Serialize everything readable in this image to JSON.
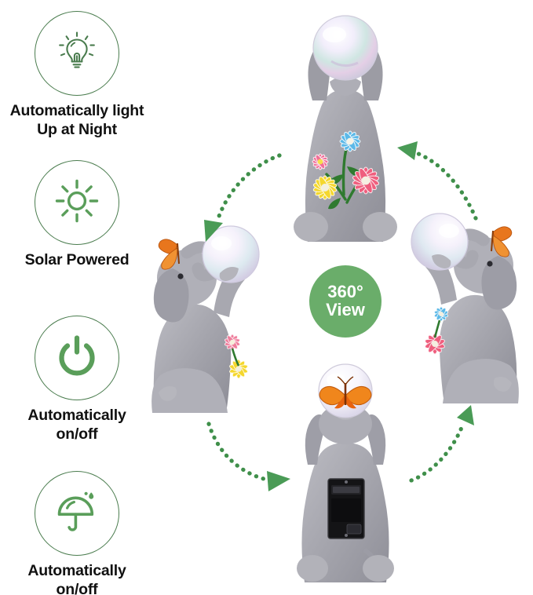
{
  "page": {
    "background_color": "#ffffff",
    "accent_green": "#6aad6a",
    "outline_green": "#4a7c4e",
    "icon_green": "#5a9e5a",
    "text_color": "#111111"
  },
  "features": [
    {
      "icon": "light-bulb-icon",
      "label": "Automatically light\nUp at Night"
    },
    {
      "icon": "sun-icon",
      "label": "Solar Powered"
    },
    {
      "icon": "power-icon",
      "label": "Automatically\non/off"
    },
    {
      "icon": "umbrella-rain-icon",
      "label": "Automatically\non/off"
    }
  ],
  "badge": {
    "line1": "360°",
    "line2": "View",
    "background_color": "#6aad6a",
    "text_color": "#ffffff"
  },
  "product_views": [
    {
      "name": "front-view",
      "description": "Grey elephant statue sitting, holding iridescent solar glass ball overhead, colorful daisies on chest",
      "flowers": [
        "#5bb9e8",
        "#f0709a",
        "#f4d72e",
        "#ef5f7e"
      ],
      "ball_color": "#ded9ef",
      "stone_color": "#a6a6ad"
    },
    {
      "name": "left-side-view",
      "description": "Elephant in profile facing left with orange butterfly on trunk, holding glass ball",
      "butterfly_color": "#e8761d",
      "ball_color": "#e3dff1",
      "stone_color": "#a6a6ad"
    },
    {
      "name": "right-side-view",
      "description": "Elephant in profile facing right with orange butterfly on ear, holding glass ball",
      "butterfly_color": "#e8761d",
      "ball_color": "#e3dff1",
      "stone_color": "#a6a6ad"
    },
    {
      "name": "back-view",
      "description": "Rear of elephant showing black solar panel and butterfly inside the glass ball",
      "solar_panel_color": "#151515",
      "butterfly_color": "#f08a1c",
      "stone_color": "#a6a6ad"
    }
  ],
  "arrows": [
    {
      "name": "arrow-top-left",
      "direction": "from top view down to left view",
      "color": "#3f8f4a",
      "style": "dotted-curved"
    },
    {
      "name": "arrow-top-right",
      "direction": "from right view up to top view",
      "color": "#3f8f4a",
      "style": "dotted-curved"
    },
    {
      "name": "arrow-bottom-left",
      "direction": "from left view down to back view",
      "color": "#3f8f4a",
      "style": "dotted-curved"
    },
    {
      "name": "arrow-bottom-right",
      "direction": "from back view up to right view",
      "color": "#3f8f4a",
      "style": "dotted-curved"
    }
  ]
}
